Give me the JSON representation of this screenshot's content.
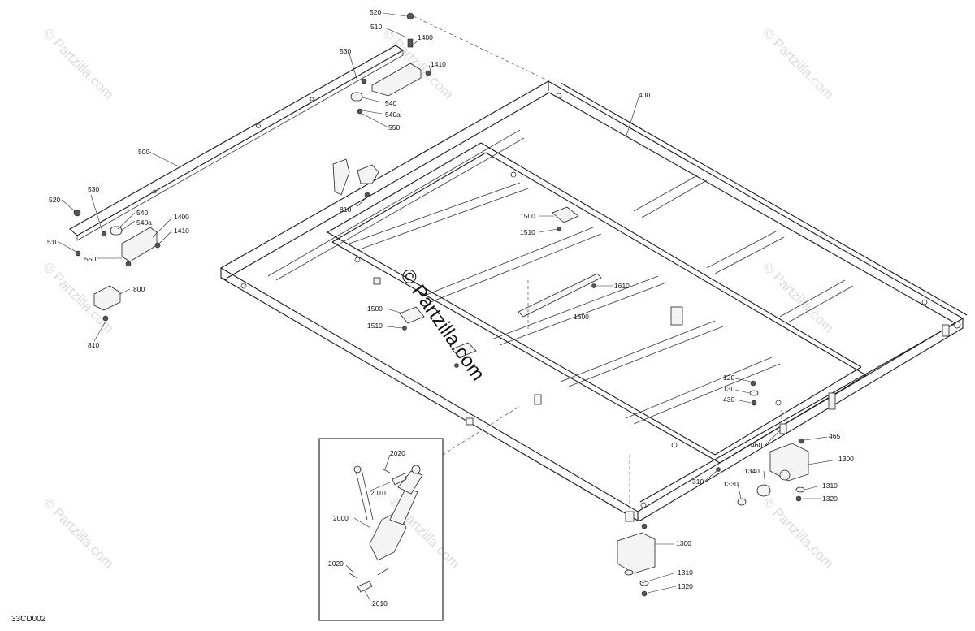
{
  "diagram": {
    "reference_code": "33CD002",
    "center_watermark": "© Partzilla.com",
    "corner_watermark": "© Partzilla.com",
    "callouts": {
      "c520a": "520",
      "c510a": "510",
      "c1400a": "1400",
      "c530a": "530",
      "c1410a": "1410",
      "c540a": "540",
      "c540aa": "540a",
      "c550a": "550",
      "c400": "400",
      "c500": "500",
      "c520b": "520",
      "c530b": "530",
      "c540b": "540",
      "c540ab": "540a",
      "c1400b": "1400",
      "c1410b": "1410",
      "c510b": "510",
      "c550b": "550",
      "c800": "800",
      "c810a": "810",
      "c810b": "810",
      "c1500a": "1500",
      "c1510a": "1510",
      "c1500b": "1500",
      "c1510b": "1510",
      "c1610": "1610",
      "c1600": "1600",
      "c120": "120",
      "c130": "130",
      "c430": "430",
      "c465": "465",
      "c460": "460",
      "c1300a": "1300",
      "c1340": "1340",
      "c310": "310",
      "c1330": "1330",
      "c1310a": "1310",
      "c1320a": "1320",
      "c1300b": "1300",
      "c1310b": "1310",
      "c1320b": "1320",
      "c2020a": "2020",
      "c2010a": "2010",
      "c2000": "2000",
      "c2020b": "2020",
      "c2010b": "2010"
    }
  }
}
